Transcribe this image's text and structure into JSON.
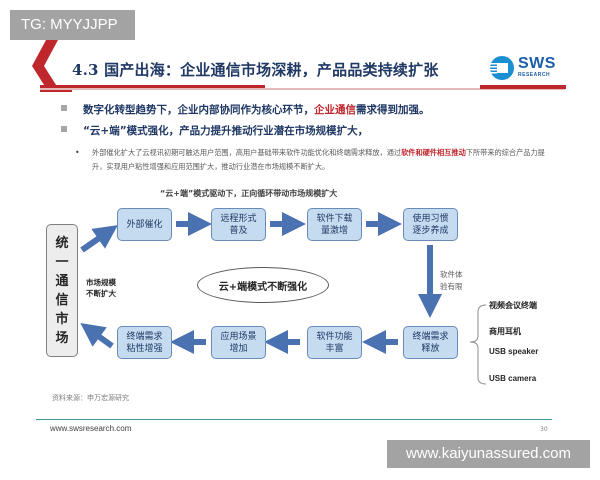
{
  "watermarks": {
    "top_left": "TG: MYYJJPP",
    "bottom_right": "www.kaiyunassured.com"
  },
  "header": {
    "title": "4.3 国产出海：企业通信市场深耕，产品品类持续扩张",
    "logo_text": "SWS",
    "logo_sub": "RESEARCH",
    "accent_color": "#c0272d",
    "title_color": "#1f3864"
  },
  "bullets": [
    {
      "pre": "数字化转型趋势下，企业内部协同作为核心环节，",
      "highlight": "企业通信",
      "post": "需求得到加强。"
    },
    {
      "text": "“云+端”模式强化，产品力提升推动行业潜在市场规模扩大，"
    }
  ],
  "sub_bullet": {
    "pre": "外部催化扩大了云视讯初期可触达用户范围，高用户基础带来软件功能优化和终端需求释放，通过",
    "highlight": "软件和硬件相互推动",
    "post": "下所带来的综合产品力提升，实现用户粘性增强和应用范围扩大，推动行业潜在市场规模不断扩大。"
  },
  "diagram": {
    "caption": "“云+端”模式驱动下，正向循环带动市场规模扩大",
    "center_block": "统一通信市场",
    "center_block_chars": [
      "统",
      "一",
      "通",
      "信",
      "市",
      "场"
    ],
    "side_label": [
      "市场规模",
      "不断扩大"
    ],
    "ellipse_label": "云+端模式不断强化",
    "top_row": [
      {
        "label": "外部催化"
      },
      {
        "label": "远程形式普及",
        "lines": [
          "远程形式",
          "普及"
        ]
      },
      {
        "label": "软件下载量激增",
        "lines": [
          "软件下载",
          "量激增"
        ]
      },
      {
        "label": "使用习惯逐步养成",
        "lines": [
          "使用习惯",
          "逐步养成"
        ]
      }
    ],
    "bottom_row": [
      {
        "label": "终端需求粘性增强",
        "lines": [
          "终端需求",
          "粘性增强"
        ]
      },
      {
        "label": "应用场景增加",
        "lines": [
          "应用场景",
          "增加"
        ]
      },
      {
        "label": "软件功能丰富",
        "lines": [
          "软件功能",
          "丰富"
        ]
      },
      {
        "label": "终端需求释放",
        "lines": [
          "终端需求",
          "释放"
        ]
      }
    ],
    "vertical_arrow_label": [
      "软件体",
      "验有限"
    ],
    "terminal_products": [
      "视频会议终端",
      "商用耳机",
      "USB speaker",
      "USB camera"
    ],
    "node_fill": "#c5dcf0",
    "arrow_color": "#4a72b0"
  },
  "footer": {
    "source": "资料来源：申万宏源研究",
    "url": "www.swsresearch.com",
    "page": "30"
  }
}
